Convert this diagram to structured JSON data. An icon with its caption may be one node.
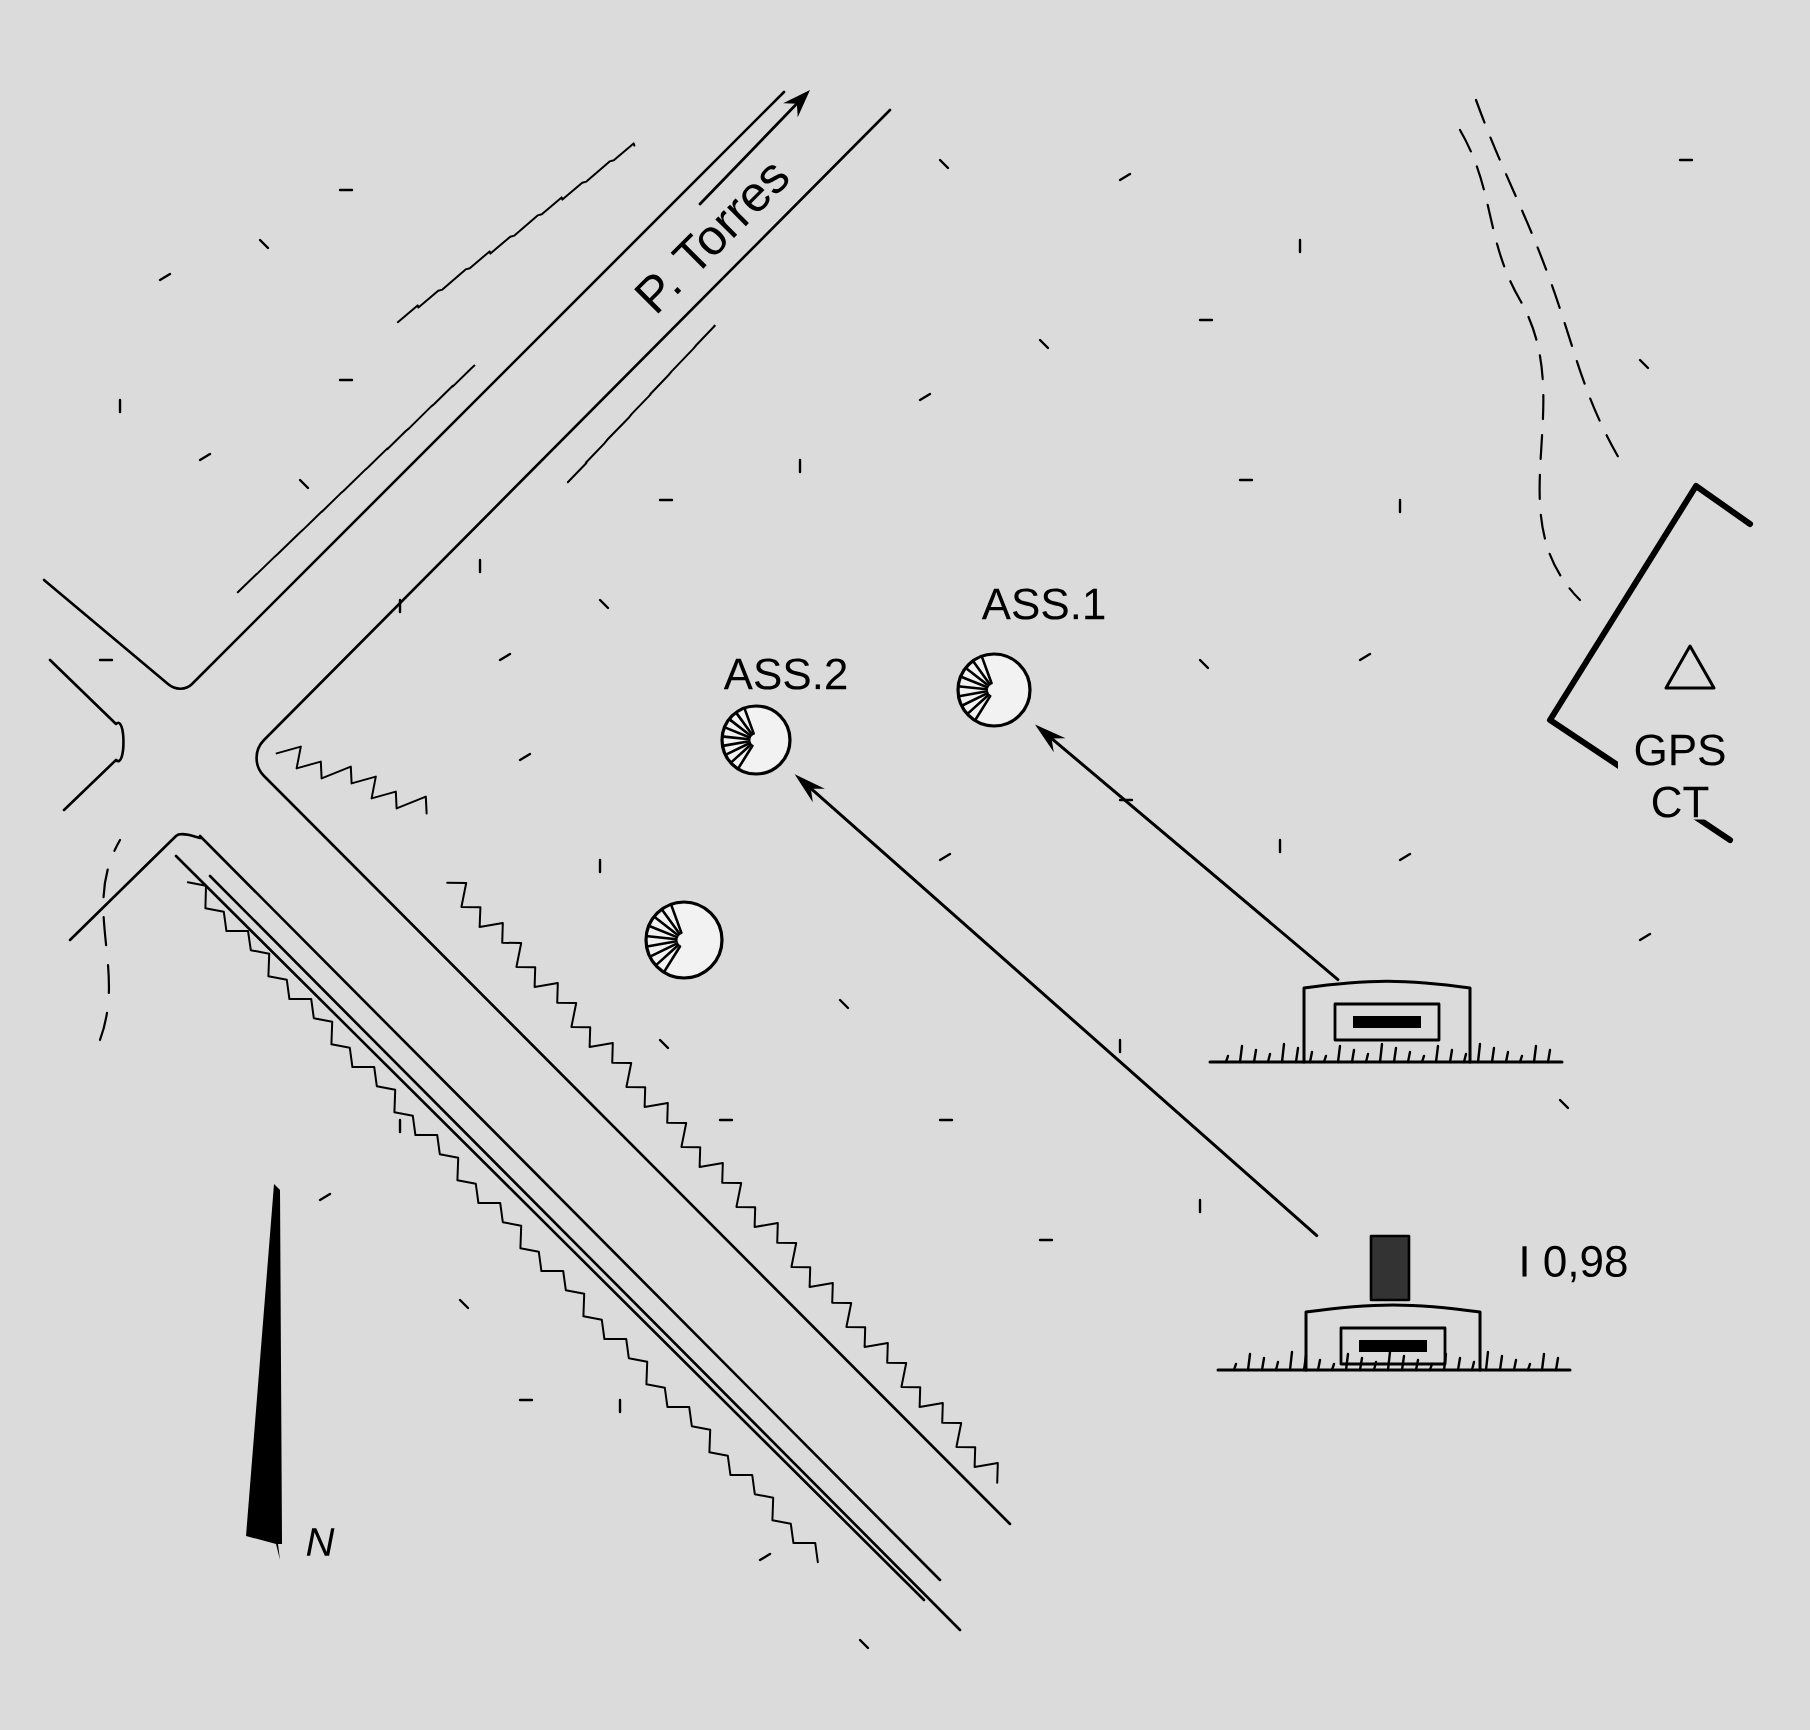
{
  "diagram": {
    "nodes": [
      {
        "text": [
          "ASS.2"
        ]
      },
      {
        "text": [
          "ASS.1"
        ]
      },
      {
        "text": [],
        "shape": "circle"
      },
      {
        "text": [],
        "shape": "picture"
      },
      {
        "text": [],
        "shape": "picture",
        "beside": [
          "I 0,98"
        ]
      }
    ],
    "edges": [
      {
        "from": 3,
        "to": 1,
        "arrow": "to"
      },
      {
        "from": 4,
        "to": 0,
        "arrow": "to"
      }
    ],
    "labels": [
      "P. Torres",
      "GPS CT",
      "N"
    ]
  }
}
